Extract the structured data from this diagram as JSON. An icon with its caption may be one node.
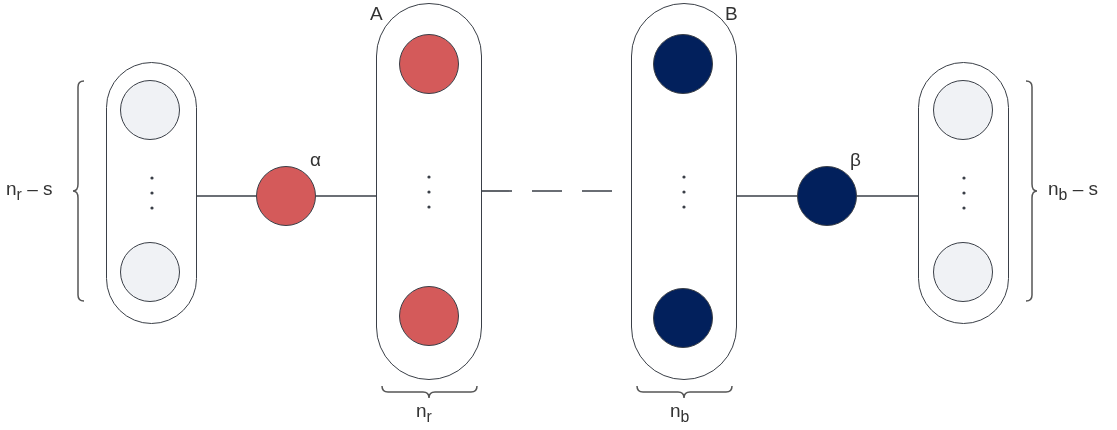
{
  "diagram": {
    "nodes": [
      {
        "text": [],
        "shape": "capsule"
      },
      {
        "text": [],
        "shape": "circle",
        "in": 0
      },
      {
        "text": [],
        "shape": "circle",
        "in": 0
      },
      {
        "text": [
          "α"
        ]
      },
      {
        "text": [
          "A"
        ]
      },
      {
        "text": [],
        "shape": "circle",
        "in": 4
      },
      {
        "text": [],
        "shape": "circle",
        "in": 4
      },
      {
        "text": [
          "B"
        ]
      },
      {
        "text": [],
        "shape": "circle",
        "in": 7
      },
      {
        "text": [],
        "shape": "circle",
        "in": 7
      },
      {
        "text": [
          "β"
        ]
      },
      {
        "text": [],
        "shape": "capsule"
      },
      {
        "text": [],
        "shape": "circle",
        "in": 11
      },
      {
        "text": [],
        "shape": "circle",
        "in": 11
      }
    ],
    "edges": [
      {
        "from": 0,
        "to": 3,
        "arrow": "none"
      },
      {
        "from": 3,
        "to": 4,
        "arrow": "none"
      },
      {
        "from": 4,
        "to": 7,
        "arrow": "none",
        "style": "dashed"
      },
      {
        "from": 7,
        "to": 10,
        "arrow": "none"
      },
      {
        "from": 10,
        "to": 11,
        "arrow": "none"
      }
    ],
    "labels": [
      "n$_{r}$ – s",
      "n$_{r}$",
      "n$_{b}$",
      "n$_{b}$ – s"
    ]
  }
}
